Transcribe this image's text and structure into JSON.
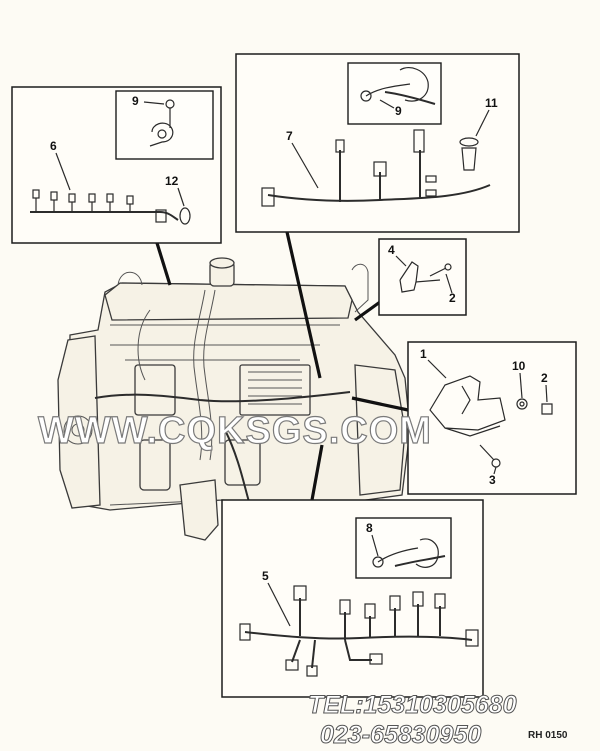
{
  "labels": {
    "p1": "1",
    "p2a": "2",
    "p2b": "2",
    "p3": "3",
    "p4": "4",
    "p5": "5",
    "p6": "6",
    "p7": "7",
    "p8": "8",
    "p9a": "9",
    "p9b": "9",
    "p10": "10",
    "p11": "11",
    "p12": "12"
  },
  "watermark": "WWW.CQKSGS.COM",
  "contact": {
    "tel": "TEL:15310305680",
    "phone": "023-65830950"
  },
  "corner_ref": "RH 0150"
}
